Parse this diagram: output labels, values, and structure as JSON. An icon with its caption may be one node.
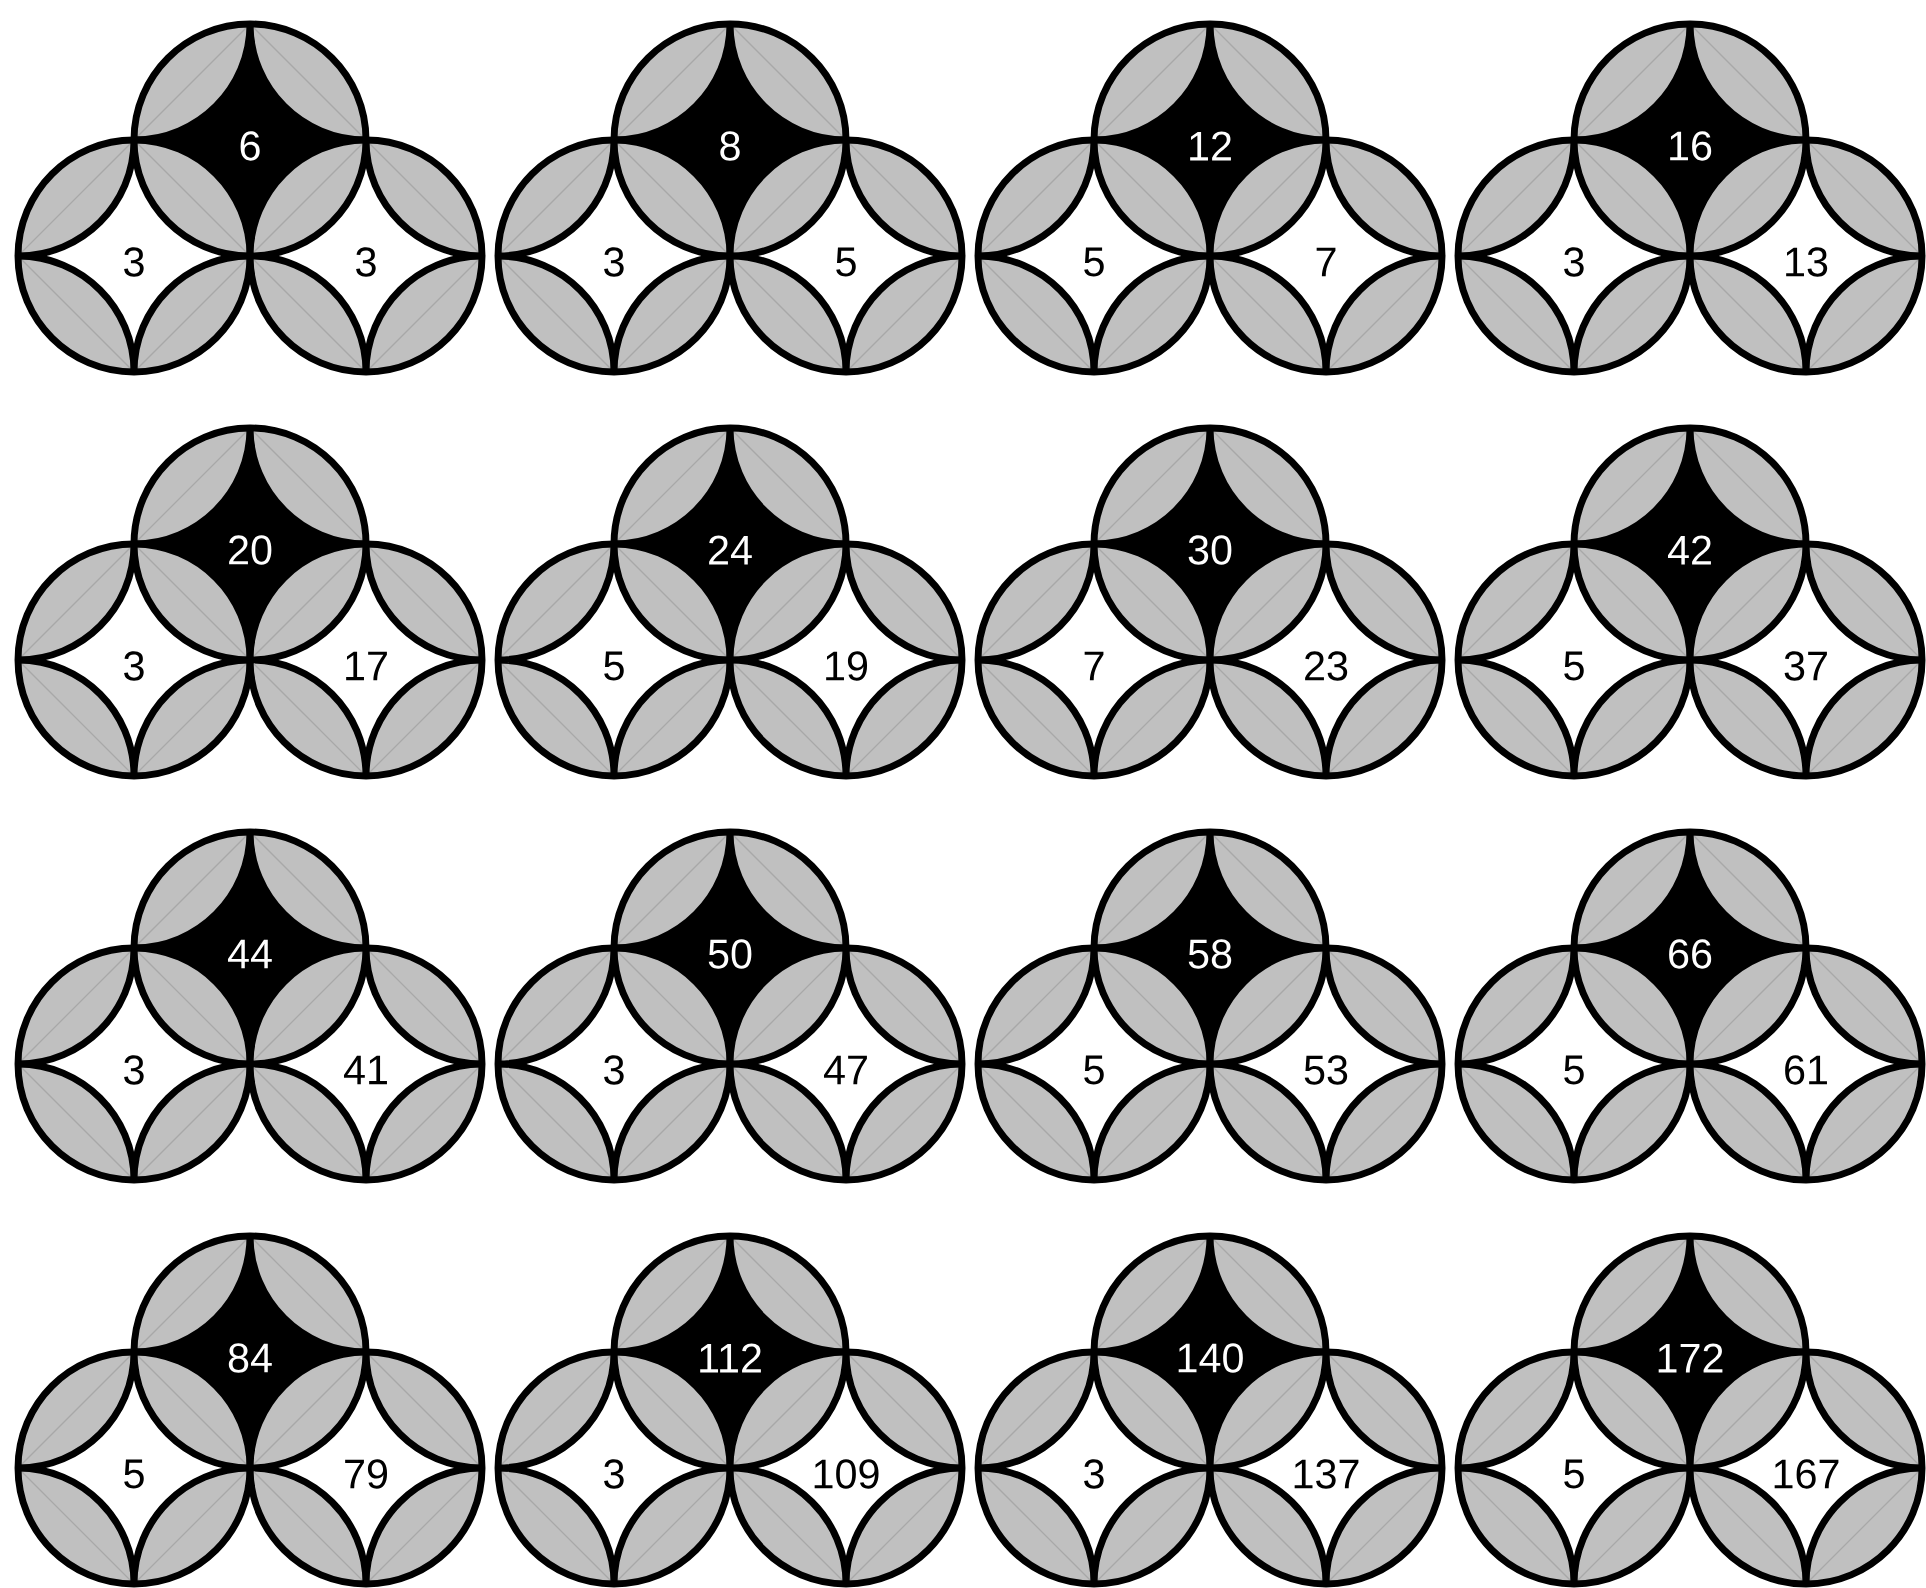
{
  "diagram": {
    "nodes": [
      {
        "text": [
          "6"
        ]
      },
      {
        "text": [
          "3"
        ]
      },
      {
        "text": [
          "3"
        ]
      },
      {
        "text": [
          "8"
        ]
      },
      {
        "text": [
          "3"
        ]
      },
      {
        "text": [
          "5"
        ]
      },
      {
        "text": [
          "12"
        ]
      },
      {
        "text": [
          "5"
        ]
      },
      {
        "text": [
          "7"
        ]
      },
      {
        "text": [
          "16"
        ]
      },
      {
        "text": [
          "3"
        ]
      },
      {
        "text": [
          "13"
        ]
      },
      {
        "text": [
          "20"
        ]
      },
      {
        "text": [
          "3"
        ]
      },
      {
        "text": [
          "17"
        ]
      },
      {
        "text": [
          "24"
        ]
      },
      {
        "text": [
          "5"
        ]
      },
      {
        "text": [
          "19"
        ]
      },
      {
        "text": [
          "30"
        ]
      },
      {
        "text": [
          "7"
        ]
      },
      {
        "text": [
          "23"
        ]
      },
      {
        "text": [
          "42"
        ]
      },
      {
        "text": [
          "5"
        ]
      },
      {
        "text": [
          "37"
        ]
      },
      {
        "text": [
          "44"
        ]
      },
      {
        "text": [
          "3"
        ]
      },
      {
        "text": [
          "41"
        ]
      },
      {
        "text": [
          "50"
        ]
      },
      {
        "text": [
          "3"
        ]
      },
      {
        "text": [
          "47"
        ]
      },
      {
        "text": [
          "58"
        ]
      },
      {
        "text": [
          "5"
        ]
      },
      {
        "text": [
          "53"
        ]
      },
      {
        "text": [
          "66"
        ]
      },
      {
        "text": [
          "5"
        ]
      },
      {
        "text": [
          "61"
        ]
      },
      {
        "text": [
          "84"
        ]
      },
      {
        "text": [
          "5"
        ]
      },
      {
        "text": [
          "79"
        ]
      },
      {
        "text": [
          "112"
        ]
      },
      {
        "text": [
          "3"
        ]
      },
      {
        "text": [
          "109"
        ]
      },
      {
        "text": [
          "140"
        ]
      },
      {
        "text": [
          "3"
        ]
      },
      {
        "text": [
          "137"
        ]
      },
      {
        "text": [
          "172"
        ]
      },
      {
        "text": [
          "5"
        ]
      },
      {
        "text": [
          "167"
        ]
      }
    ]
  }
}
